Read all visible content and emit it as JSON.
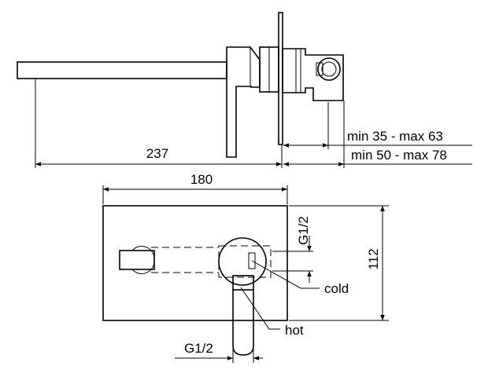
{
  "drawing": {
    "side_view": {
      "spout_length": "237",
      "wall_thickness_min_max": "min 35 - max 63",
      "total_depth_min_max": "min 50 - max 78"
    },
    "front_view": {
      "plate_width": "180",
      "plate_height": "112",
      "inlet_thread_top": "G1/2",
      "inlet_thread_bottom": "G1/2",
      "label_cold": "cold",
      "label_hot": "hot"
    }
  }
}
